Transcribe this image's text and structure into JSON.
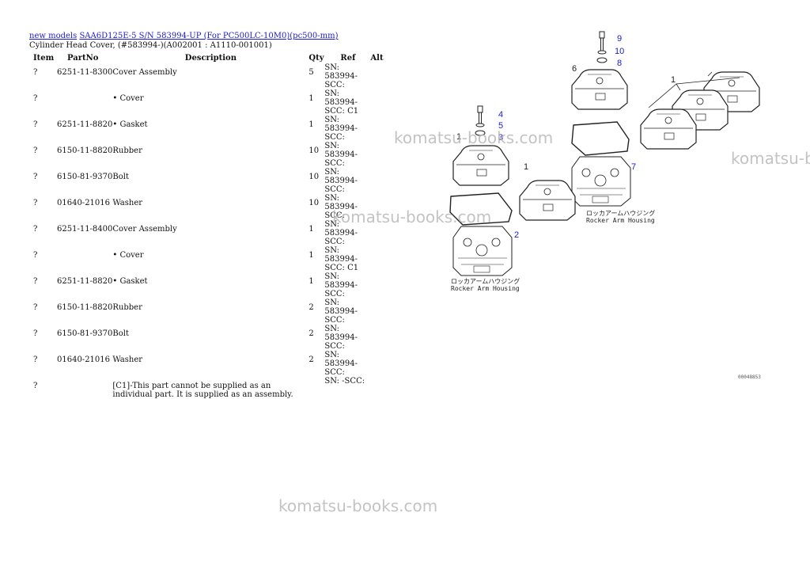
{
  "breadcrumb": {
    "link1": "new models",
    "link2": "SAA6D125E-5 S/N 583994-UP (For PC500LC-10M0)(pc500-mm)"
  },
  "subtitle": "Cylinder Head Cover, (#583994-)(A002001 : A1110-001001)",
  "table": {
    "headers": {
      "item": "Item",
      "partno": "PartNo",
      "description": "Description",
      "qty": "Qty",
      "ref": "Ref",
      "alt": "Alt"
    },
    "rows": [
      {
        "item": "?",
        "partno": "6251-11-8300",
        "desc": "Cover Assembly",
        "qty": "5",
        "ref": "SN: 583994-SCC:"
      },
      {
        "item": "?",
        "partno": "",
        "desc": "• Cover",
        "qty": "1",
        "ref": "SN: 583994-SCC: C1"
      },
      {
        "item": "?",
        "partno": "6251-11-8820",
        "desc": "• Gasket",
        "qty": "1",
        "ref": "SN: 583994-SCC:"
      },
      {
        "item": "?",
        "partno": "6150-11-8820",
        "desc": "Rubber",
        "qty": "10",
        "ref": "SN: 583994-SCC:"
      },
      {
        "item": "?",
        "partno": "6150-81-9370",
        "desc": "Bolt",
        "qty": "10",
        "ref": "SN: 583994-SCC:"
      },
      {
        "item": "?",
        "partno": "01640-21016",
        "desc": "Washer",
        "qty": "10",
        "ref": "SN: 583994-SCC:"
      },
      {
        "item": "?",
        "partno": "6251-11-8400",
        "desc": "Cover Assembly",
        "qty": "1",
        "ref": "SN: 583994-SCC:"
      },
      {
        "item": "?",
        "partno": "",
        "desc": "• Cover",
        "qty": "1",
        "ref": "SN: 583994-SCC: C1"
      },
      {
        "item": "?",
        "partno": "6251-11-8820",
        "desc": "• Gasket",
        "qty": "1",
        "ref": "SN: 583994-SCC:"
      },
      {
        "item": "?",
        "partno": "6150-11-8820",
        "desc": "Rubber",
        "qty": "2",
        "ref": "SN: 583994-SCC:"
      },
      {
        "item": "?",
        "partno": "6150-81-9370",
        "desc": "Bolt",
        "qty": "2",
        "ref": "SN: 583994-SCC:"
      },
      {
        "item": "?",
        "partno": "01640-21016",
        "desc": "Washer",
        "qty": "2",
        "ref": "SN: 583994-SCC:"
      },
      {
        "item": "?",
        "partno": "",
        "desc": "[C1]-This part cannot be supplied as an individual part. It is supplied as an assembly.",
        "qty": "",
        "ref": "SN: -SCC:"
      }
    ]
  },
  "diagram": {
    "callouts": [
      "9",
      "10",
      "8",
      "6",
      "1",
      "4",
      "5",
      "3",
      "7",
      "1",
      "1",
      "2"
    ],
    "label_jp": "ロッカアームハウジング",
    "label_en": "Rocker Arm Housing",
    "code": "00048853"
  },
  "watermarks": [
    "komatsu-books.com",
    "komatsu-books.com",
    "komatsu-books.com",
    "komatsu-books.com"
  ],
  "colors": {
    "link": "#1a1acc",
    "callout": "#1a1acc",
    "watermark": "#b9b9b9"
  }
}
